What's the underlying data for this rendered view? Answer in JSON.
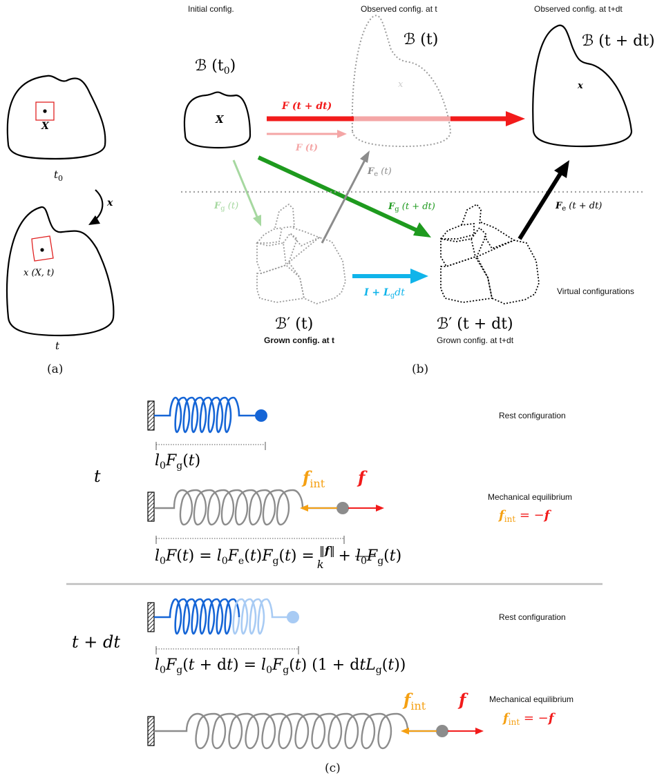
{
  "colors": {
    "red": "#f21b1b",
    "light_red": "#f4a6a6",
    "green": "#1e9a1e",
    "light_green": "#a6d8a0",
    "gray": "#8c8c8c",
    "cyan": "#10b4ea",
    "orange": "#f5a012",
    "blue": "#1565d6",
    "light_blue": "#a8cbf4",
    "black": "#000000"
  },
  "panel_a": {
    "point_label": "X",
    "time_initial": "t",
    "time_initial_sub": "0",
    "map_label": "x",
    "current_point_label": "x (X, t)",
    "time_current": "t",
    "caption": "(a)"
  },
  "panel_b": {
    "header_initial": "Initial config.",
    "header_observed_t": "Observed config. at t",
    "header_observed_tdt": "Observed config. at t+dt",
    "body_initial": "ℬ (t",
    "body_initial_sub": "0",
    "body_initial_close": ")",
    "body_t": "ℬ (t)",
    "body_tdt": "ℬ (t + dt)",
    "point_X": "X",
    "point_x_faded": "x",
    "point_x": "x",
    "F_tdt": "F (t + dt)",
    "F_t": "F (t)",
    "Fe_t": "F",
    "Fe_t_sub": "e",
    "Fe_t_arg": " (t)",
    "Fg_t": "F",
    "Fg_t_sub": "g",
    "Fg_t_arg": " (t)",
    "Fg_tdt": "F",
    "Fg_tdt_sub": "g",
    "Fg_tdt_arg": " (t + dt)",
    "Fe_tdt": "F",
    "Fe_tdt_sub": "e",
    "Fe_tdt_arg": " (t + dt)",
    "IL": "I + L",
    "IL_sub": "g",
    "IL_tail": "dt",
    "virtual": "Virtual configurations",
    "grown_t_label": "ℬ′ (t)",
    "grown_t_caption": "Grown config. at t",
    "grown_tdt_label": "ℬ′ (t + dt)",
    "grown_tdt_caption": "Grown config. at t+dt",
    "caption": "(b)"
  },
  "panel_c": {
    "time_t": "t",
    "time_tdt": "t + dt",
    "rest_label_1": "Rest configuration",
    "rest_length_1": "l₀F_g(t)",
    "f_int": "f",
    "f_int_sub": "int",
    "f": "f",
    "mech_label_1": "Mechanical equilibrium",
    "eq_lhs": "f",
    "eq_lhs_sub": "int",
    "eq_rhs": " = −",
    "eq_rhs_f": "f",
    "length_eq_1": "l₀F(t) = l₀Fₑ(t)F_g(t) = ‖f‖/k + l₀F_g(t)",
    "rest_label_2": "Rest configuration",
    "length_eq_2": "l₀F_g(t + dt) = l₀F_g(t) (1 + dtL_g(t))",
    "mech_label_2": "Mechanical equilibrium",
    "caption": "(c)"
  }
}
